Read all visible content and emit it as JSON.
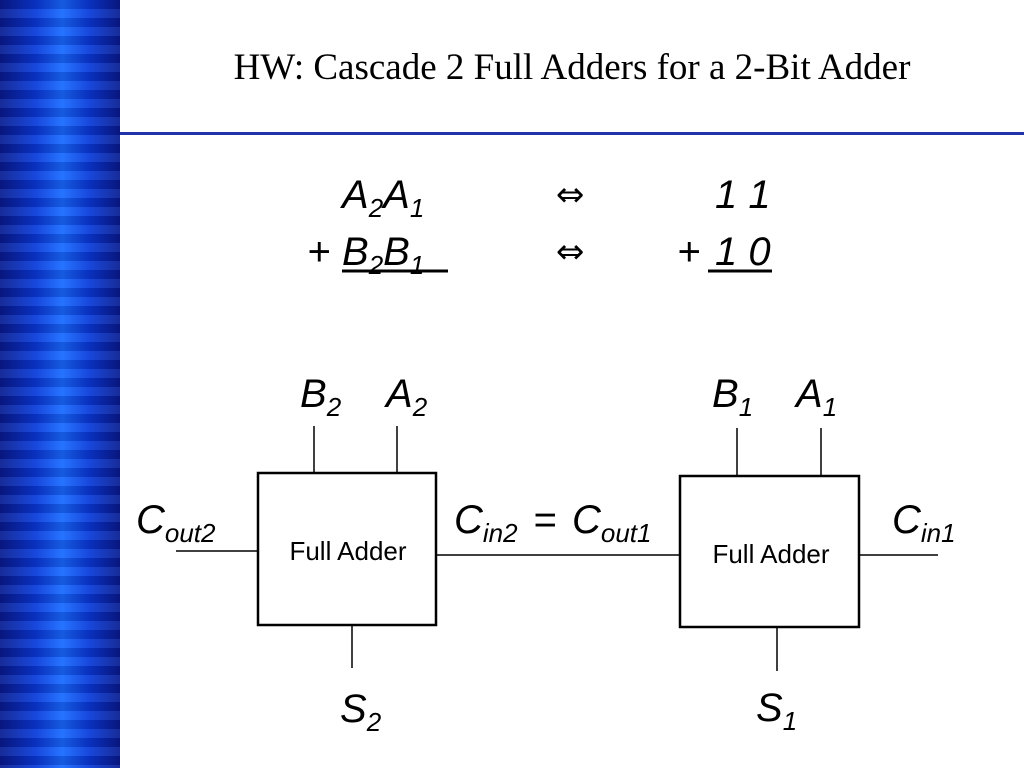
{
  "slide": {
    "title": "HW: Cascade 2 Full Adders for a 2-Bit Adder",
    "sidebar_color": "#0b3ad8",
    "rule_color": "#2233aa"
  },
  "equation": {
    "row1": {
      "lhs_base": "A",
      "lhs_sub": "2",
      "lhs2_base": "A",
      "lhs2_sub": "1",
      "arrow": "⇔",
      "rhs": "1 1"
    },
    "row2": {
      "plus": "+",
      "lhs_base": "B",
      "lhs_sub": "2",
      "lhs2_base": "B",
      "lhs2_sub": "1",
      "arrow": "⇔",
      "rhs_plus": "+",
      "rhs": "1 0"
    }
  },
  "adders": [
    {
      "label": "Full Adder",
      "input_b": {
        "base": "B",
        "sub": "2"
      },
      "input_a": {
        "base": "A",
        "sub": "2"
      },
      "sum": {
        "base": "S",
        "sub": "2"
      },
      "carry_out": {
        "base": "C",
        "sub": "out2"
      }
    },
    {
      "label": "Full Adder",
      "input_b": {
        "base": "B",
        "sub": "1"
      },
      "input_a": {
        "base": "A",
        "sub": "1"
      },
      "sum": {
        "base": "S",
        "sub": "1"
      },
      "carry_in": {
        "base": "C",
        "sub": "in1"
      }
    }
  ],
  "link": {
    "left": {
      "base": "C",
      "sub": "in2"
    },
    "equals": "=",
    "right": {
      "base": "C",
      "sub": "out1"
    }
  }
}
